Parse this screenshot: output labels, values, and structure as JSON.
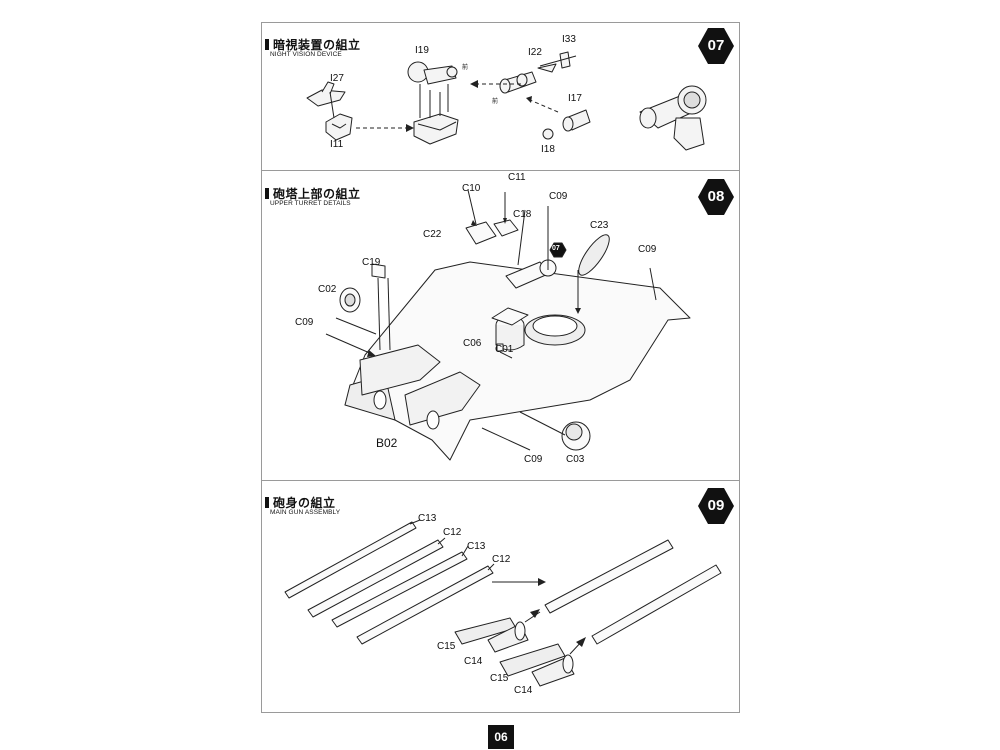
{
  "page_number": "06",
  "sections": [
    {
      "step": "07",
      "title_jp": "暗視装置の組立",
      "title_en": "NIGHT VISION DEVICE"
    },
    {
      "step": "08",
      "title_jp": "砲塔上部の組立",
      "title_en": "UPPER TURRET DETAILS"
    },
    {
      "step": "09",
      "title_jp": "砲身の組立",
      "title_en": "MAIN GUN ASSEMBLY"
    }
  ],
  "step07_parts": {
    "i27": "I27",
    "i11": "I11",
    "i19": "I19",
    "i22": "I22",
    "i33": "I33",
    "i17": "I17",
    "i18": "I18",
    "front_a": "前",
    "front_b": "前"
  },
  "step08_parts": {
    "c10": "C10",
    "c11": "C11",
    "c09_top": "C09",
    "c18": "C18",
    "c22": "C22",
    "c23": "C23",
    "c09_right": "C09",
    "c19": "C19",
    "c02": "C02",
    "c09_left": "C09",
    "c06": "C06",
    "c01": "C01",
    "b02": "B02",
    "c09_bottom": "C09",
    "c03": "C03",
    "ref_step": "07"
  },
  "step09_parts": {
    "c13_a": "C13",
    "c12_a": "C12",
    "c13_b": "C13",
    "c12_b": "C12",
    "c15_a": "C15",
    "c14_a": "C14",
    "c15_b": "C15",
    "c14_b": "C14"
  },
  "colors": {
    "badge": "#111111",
    "line": "#222222",
    "frame": "#9a9a9a",
    "part_fill": "#f4f4f4"
  }
}
